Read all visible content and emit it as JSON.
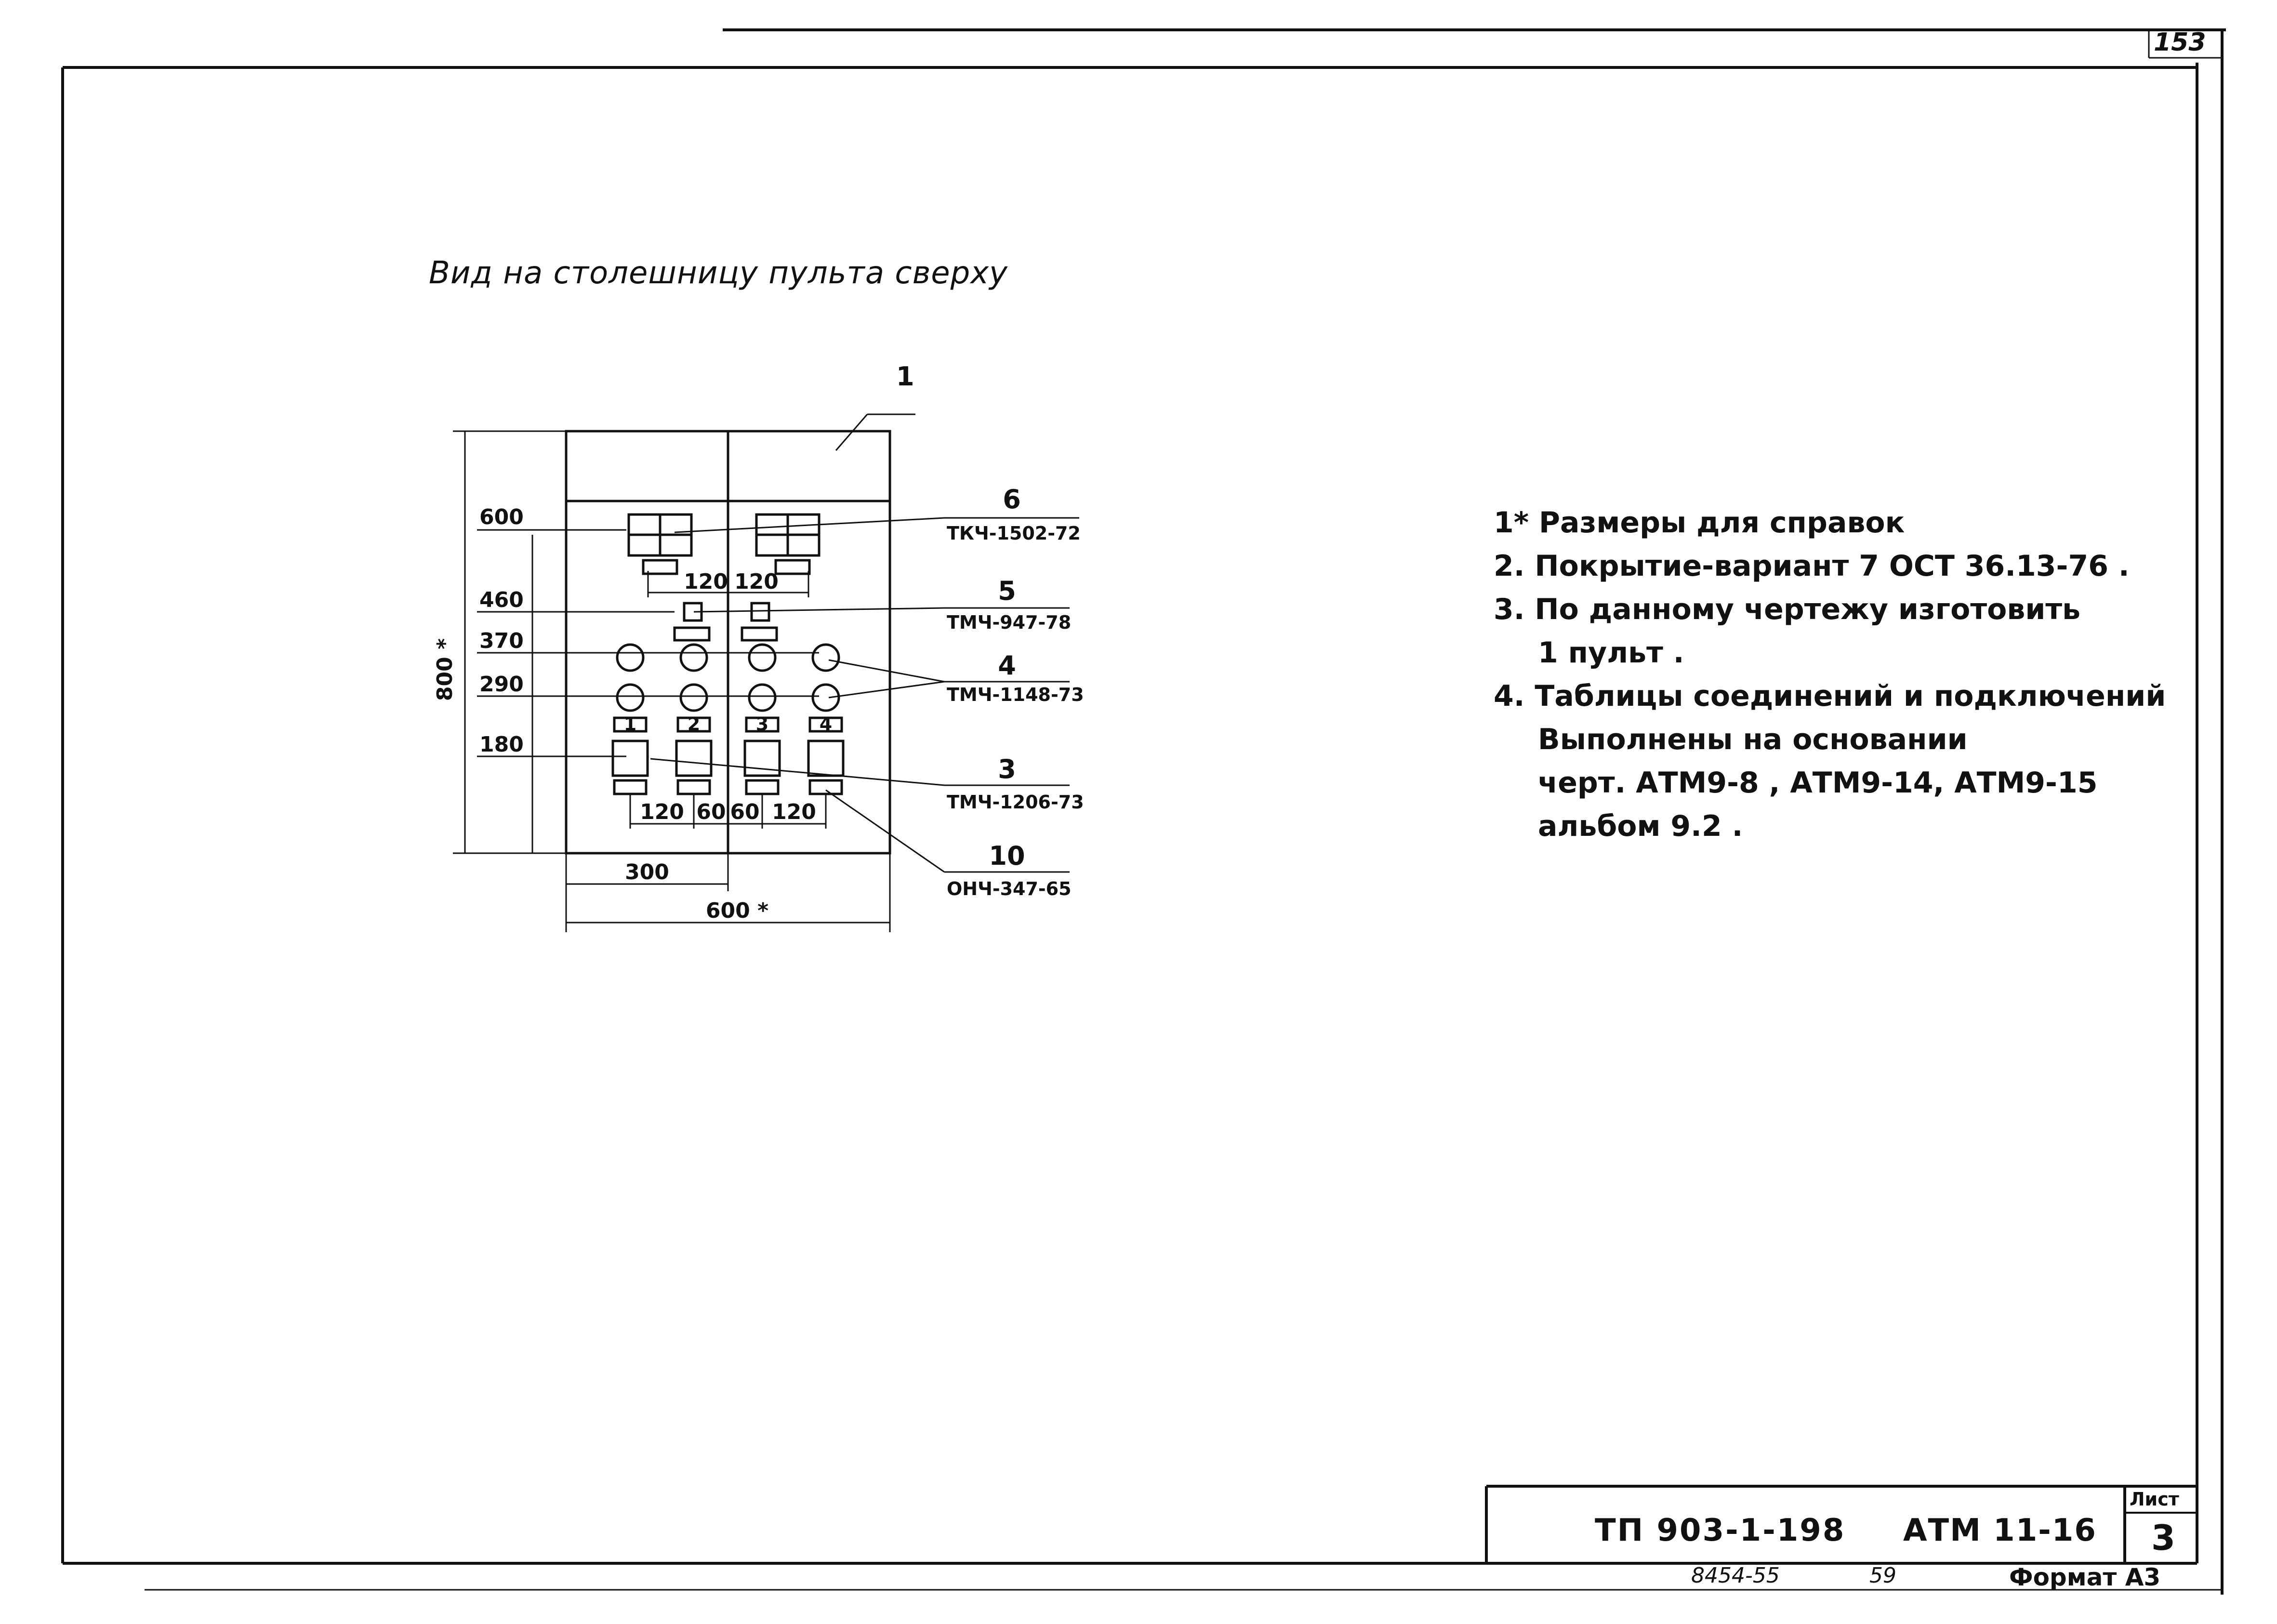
{
  "page_number": "153",
  "view_title": "Вид на столешницу пульта сверху",
  "dimensions": {
    "top_600": "600",
    "d460": "460",
    "d370": "370",
    "d290": "290",
    "d180": "180",
    "height_800": "800 *",
    "width_300": "300",
    "width_600": "600 *",
    "g120a": "120",
    "g120b": "120",
    "b120": "120",
    "b60a": "60",
    "b60b": "60",
    "b120b": "120"
  },
  "small_labels": [
    "1",
    "2",
    "3",
    "4"
  ],
  "callouts": [
    {
      "pos": "1",
      "code": ""
    },
    {
      "pos": "6",
      "code": "ТКЧ-1502-72"
    },
    {
      "pos": "5",
      "code": "ТМЧ-947-78"
    },
    {
      "pos": "4",
      "code": "ТМЧ-1148-73"
    },
    {
      "pos": "3",
      "code": "ТМЧ-1206-73"
    },
    {
      "pos": "10",
      "code": "ОНЧ-347-65"
    }
  ],
  "notes": [
    "1* Размеры для справок",
    "2. Покрытие-вариант 7  ОСТ 36.13-76 .",
    "3. По данному чертежу  изготовить",
    "1 пульт .",
    "4. Таблицы соединений и подключений",
    "Выполнены на основании",
    "черт. АТМ9-8 , АТМ9-14, АТМ9-15",
    "альбом 9.2 ."
  ],
  "title_block": {
    "document_code": "ТП 903-1-198",
    "drawing_code": "АТМ 11-16",
    "sheet_label": "Лист",
    "sheet_number": "3",
    "inventory_number": "8454-55",
    "copy_number": "59",
    "format_label": "Формат А3"
  }
}
